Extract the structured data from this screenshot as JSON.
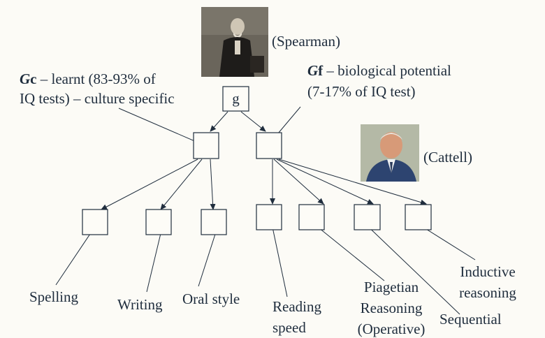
{
  "root": {
    "label": "g"
  },
  "spearman": {
    "caption": "(Spearman)"
  },
  "cattell": {
    "caption": "(Cattell)"
  },
  "gc": {
    "symbol": "G",
    "letter": "c",
    "line1_rest": " – learnt (83-93% of",
    "line2": "IQ tests) – culture specific"
  },
  "gf": {
    "symbol": "G",
    "letter": "f",
    "line1_rest": " – biological potential",
    "line2": "(7-17% of IQ test)"
  },
  "abilities": {
    "spelling": "Spelling",
    "writing": "Writing",
    "oral_style": "Oral style",
    "reading_speed": [
      "Reading",
      "speed"
    ],
    "piagetian": [
      "Piagetian",
      "Reasoning",
      "(Operative)"
    ],
    "sequential": "Sequential",
    "inductive": [
      "Inductive",
      "reasoning"
    ]
  },
  "colors": {
    "text": "#1f2d3d",
    "line": "#1f2d3d",
    "background": "#fcfbf6"
  }
}
